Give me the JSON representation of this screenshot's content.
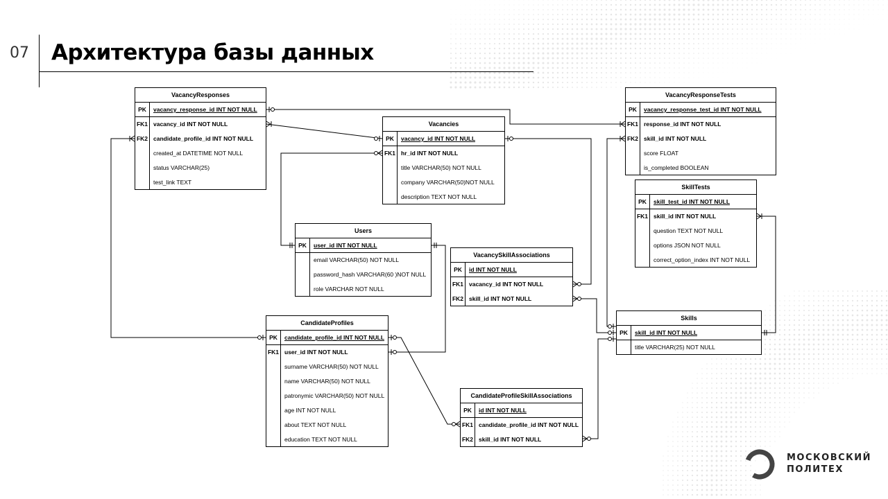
{
  "slide": {
    "number": "07",
    "title": "Архитектура базы данных"
  },
  "logo": {
    "line1": "МОСКОВСКИЙ",
    "line2": "ПОЛИТЕХ"
  },
  "entities": [
    {
      "name": "VacancyResponses",
      "fields": [
        {
          "key": "PK",
          "name": "vacancy_response_id INT NOT NULL",
          "bold": true,
          "underline": true
        },
        {
          "key": "FK1",
          "name": "vacancy_id INT NOT NULL",
          "bold": true
        },
        {
          "key": "FK2",
          "name": "candidate_profile_id INT NOT NULL",
          "bold": true
        },
        {
          "key": "",
          "name": "created_at DATETIME NOT NULL"
        },
        {
          "key": "",
          "name": "status VARCHAR(25)"
        },
        {
          "key": "",
          "name": "test_link TEXT"
        }
      ]
    },
    {
      "name": "Vacancies",
      "fields": [
        {
          "key": "PK",
          "name": "vacancy_id INT NOT NULL",
          "bold": true,
          "underline": true
        },
        {
          "key": "FK1",
          "name": "hr_id INT NOT NULL",
          "bold": true
        },
        {
          "key": "",
          "name": "title VARCHAR(50) NOT NULL"
        },
        {
          "key": "",
          "name": "company VARCHAR(50)NOT NULL"
        },
        {
          "key": "",
          "name": "description TEXT NOT NULL"
        }
      ]
    },
    {
      "name": "VacancyResponseTests",
      "fields": [
        {
          "key": "PK",
          "name": "vacancy_response_test_id INT NOT NULL",
          "bold": true,
          "underline": true
        },
        {
          "key": "FK1",
          "name": "response_id INT NOT NULL",
          "bold": true
        },
        {
          "key": "FK2",
          "name": "skill_id INT NOT NULL",
          "bold": true
        },
        {
          "key": "",
          "name": "score FLOAT"
        },
        {
          "key": "",
          "name": "is_completed BOOLEAN"
        }
      ]
    },
    {
      "name": "SkillTests",
      "fields": [
        {
          "key": "PK",
          "name": "skill_test_id INT NOT NULL",
          "bold": true,
          "underline": true
        },
        {
          "key": "FK1",
          "name": "skill_id INT NOT NULL",
          "bold": true
        },
        {
          "key": "",
          "name": "question TEXT NOT NULL"
        },
        {
          "key": "",
          "name": "options JSON NOT NULL"
        },
        {
          "key": "",
          "name": "correct_option_index INT NOT NULL"
        }
      ]
    },
    {
      "name": "Users",
      "fields": [
        {
          "key": "PK",
          "name": "user_id INT NOT NULL",
          "bold": true,
          "underline": true
        },
        {
          "key": "",
          "name": "email VARCHAR(50) NOT NULL"
        },
        {
          "key": "",
          "name": "password_hash VARCHAR(60 )NOT NULL"
        },
        {
          "key": "",
          "name": "role VARCHAR NOT NULL"
        }
      ]
    },
    {
      "name": "VacancySkillAssociations",
      "fields": [
        {
          "key": "PK",
          "name": "id INT NOT NULL",
          "bold": true,
          "underline": true
        },
        {
          "key": "FK1",
          "name": "vacancy_id INT NOT NULL",
          "bold": true
        },
        {
          "key": "FK2",
          "name": "skill_id INT NOT NULL",
          "bold": true
        }
      ]
    },
    {
      "name": "Skills",
      "fields": [
        {
          "key": "PK",
          "name": "skill_id INT NOT NULL",
          "bold": true,
          "underline": true
        },
        {
          "key": "",
          "name": "title VARCHAR(25) NOT NULL"
        }
      ]
    },
    {
      "name": "CandidateProfiles",
      "fields": [
        {
          "key": "PK",
          "name": "candidate_profile_id INT NOT NULL",
          "bold": true,
          "underline": true
        },
        {
          "key": "FK1",
          "name": "user_id INT NOT NULL",
          "bold": true
        },
        {
          "key": "",
          "name": "surname VARCHAR(50) NOT NULL"
        },
        {
          "key": "",
          "name": "name VARCHAR(50) NOT NULL"
        },
        {
          "key": "",
          "name": "patronymic VARCHAR(50) NOT NULL"
        },
        {
          "key": "",
          "name": "age INT NOT NULL"
        },
        {
          "key": "",
          "name": "about TEXT NOT NULL"
        },
        {
          "key": "",
          "name": "education TEXT NOT NULL"
        }
      ]
    },
    {
      "name": "CandidateProfileSkillAssociations",
      "fields": [
        {
          "key": "PK",
          "name": "id INT NOT NULL",
          "bold": true,
          "underline": true
        },
        {
          "key": "FK1",
          "name": "candidate_profile_id INT NOT NULL",
          "bold": true
        },
        {
          "key": "FK2",
          "name": "skill_id INT NOT NULL",
          "bold": true
        }
      ]
    }
  ]
}
